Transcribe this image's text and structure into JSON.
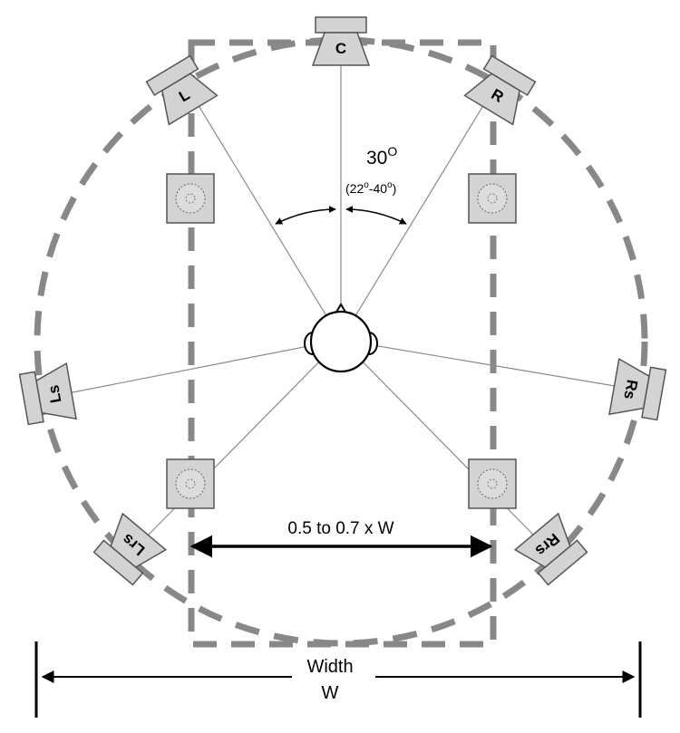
{
  "speakers": {
    "center": "C",
    "left": "L",
    "right": "R",
    "left_surround": "Ls",
    "right_surround": "Rs",
    "left_rear_surround": "Lrs",
    "right_rear_surround": "Rrs"
  },
  "angle": {
    "main": "30",
    "main_sup": "O",
    "range_open": "(22",
    "range_sup1": "o",
    "range_mid": "-40",
    "range_sup2": "o",
    "range_close": ")"
  },
  "inner_dimension": "0.5 to 0.7 x W",
  "width": {
    "line1": "Width",
    "line2": "W"
  },
  "colors": {
    "dash": "#888888",
    "speaker_fill": "#d3d3d3",
    "speaker_stroke": "#555555",
    "ray": "#8a8a8a",
    "arrow": "#000000"
  }
}
